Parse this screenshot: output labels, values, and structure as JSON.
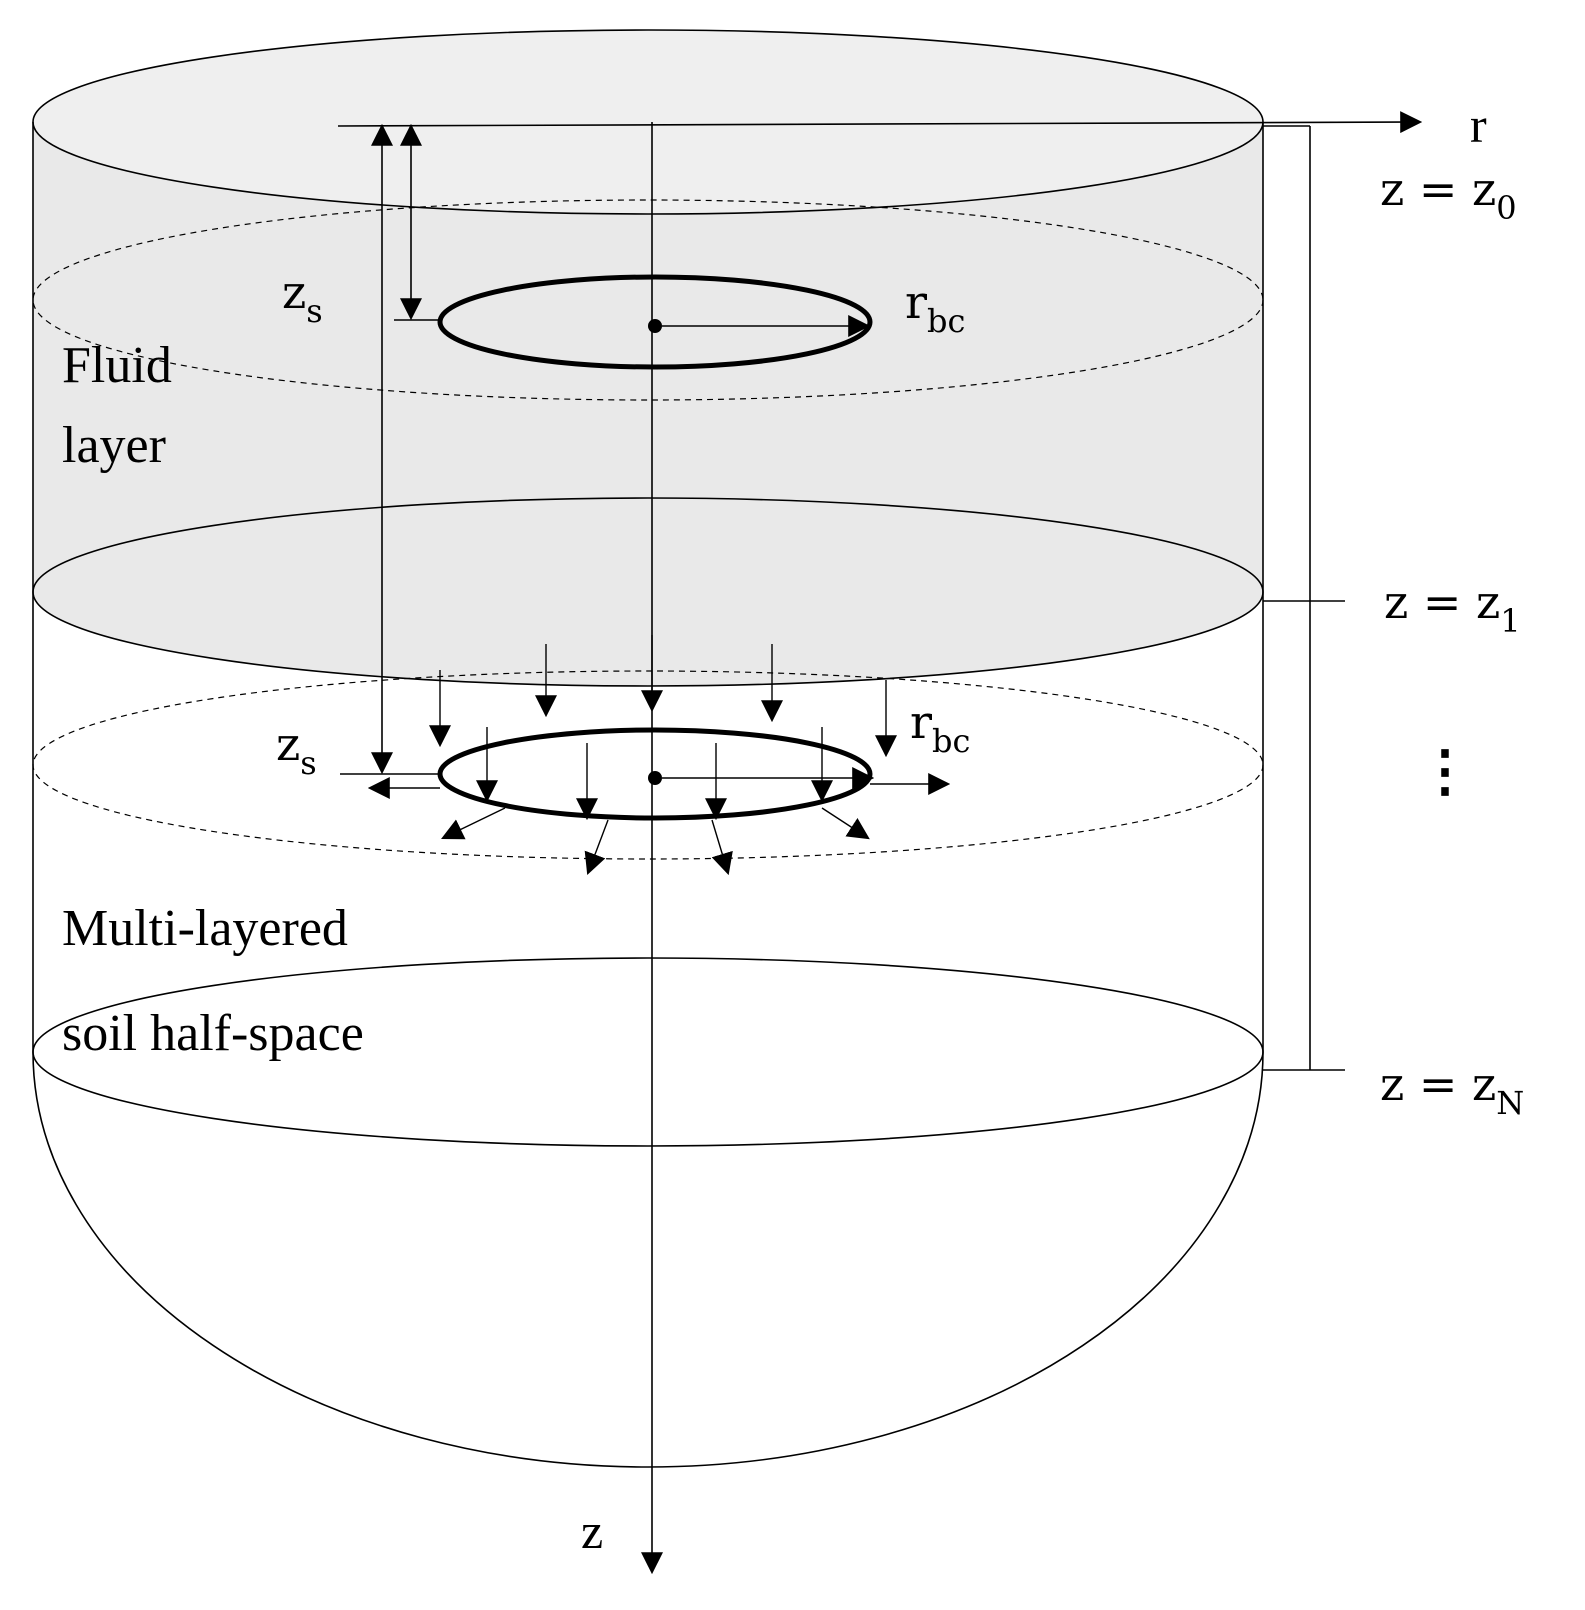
{
  "labels": {
    "r_axis": "r",
    "z_axis": "z",
    "z0": {
      "main": "z = z",
      "sub": "0"
    },
    "z1": {
      "main": "z = z",
      "sub": "1"
    },
    "zN": {
      "main": "z = z",
      "sub": "N"
    },
    "ellipsis": "⋮",
    "zs_upper": {
      "main": "z",
      "sub": "s"
    },
    "zs_lower": {
      "main": "z",
      "sub": "s"
    },
    "rbc_upper": {
      "main": "r",
      "sub": "bc"
    },
    "rbc_lower": {
      "main": "r",
      "sub": "bc"
    },
    "fluid_line1": "Fluid",
    "fluid_line2": "layer",
    "soil_line1": "Multi-layered",
    "soil_line2": "soil half-space"
  },
  "colors": {
    "fluid_fill": "#e9e9e9",
    "top_fill": "#efefef",
    "stroke": "#000000"
  }
}
